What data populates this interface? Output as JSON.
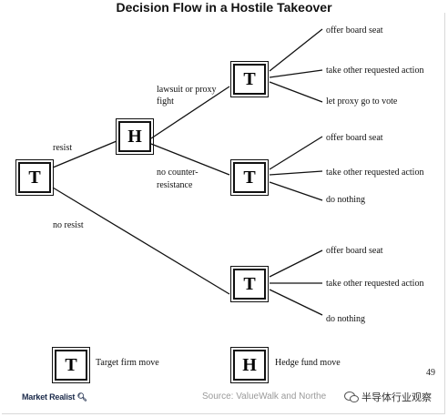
{
  "title": "Decision Flow in a Hostile Takeover",
  "nodes": {
    "t_root": "T",
    "h_node": "H",
    "t_upper": "T",
    "t_middle": "T",
    "t_lower": "T"
  },
  "edge_labels": {
    "resist": "resist",
    "no_resist": "no resist",
    "lawsuit_line1": "lawsuit or proxy",
    "lawsuit_line2": "fight",
    "no_counter_line1": "no counter-",
    "no_counter_line2": "resistance"
  },
  "outcomes": {
    "upper": [
      "offer board seat",
      "take other requested action",
      "let proxy go to vote"
    ],
    "middle": [
      "offer board seat",
      "take other requested action",
      "do nothing"
    ],
    "lower": [
      "offer board seat",
      "take other requested action",
      "do nothing"
    ]
  },
  "legend": {
    "t_symbol": "T",
    "t_label": "Target firm move",
    "h_symbol": "H",
    "h_label": "Hedge fund move"
  },
  "page_number": "49",
  "brand": "Market Realist",
  "source": "Source: ValueWalk and Northe",
  "watermark": "半导体行业观察"
}
